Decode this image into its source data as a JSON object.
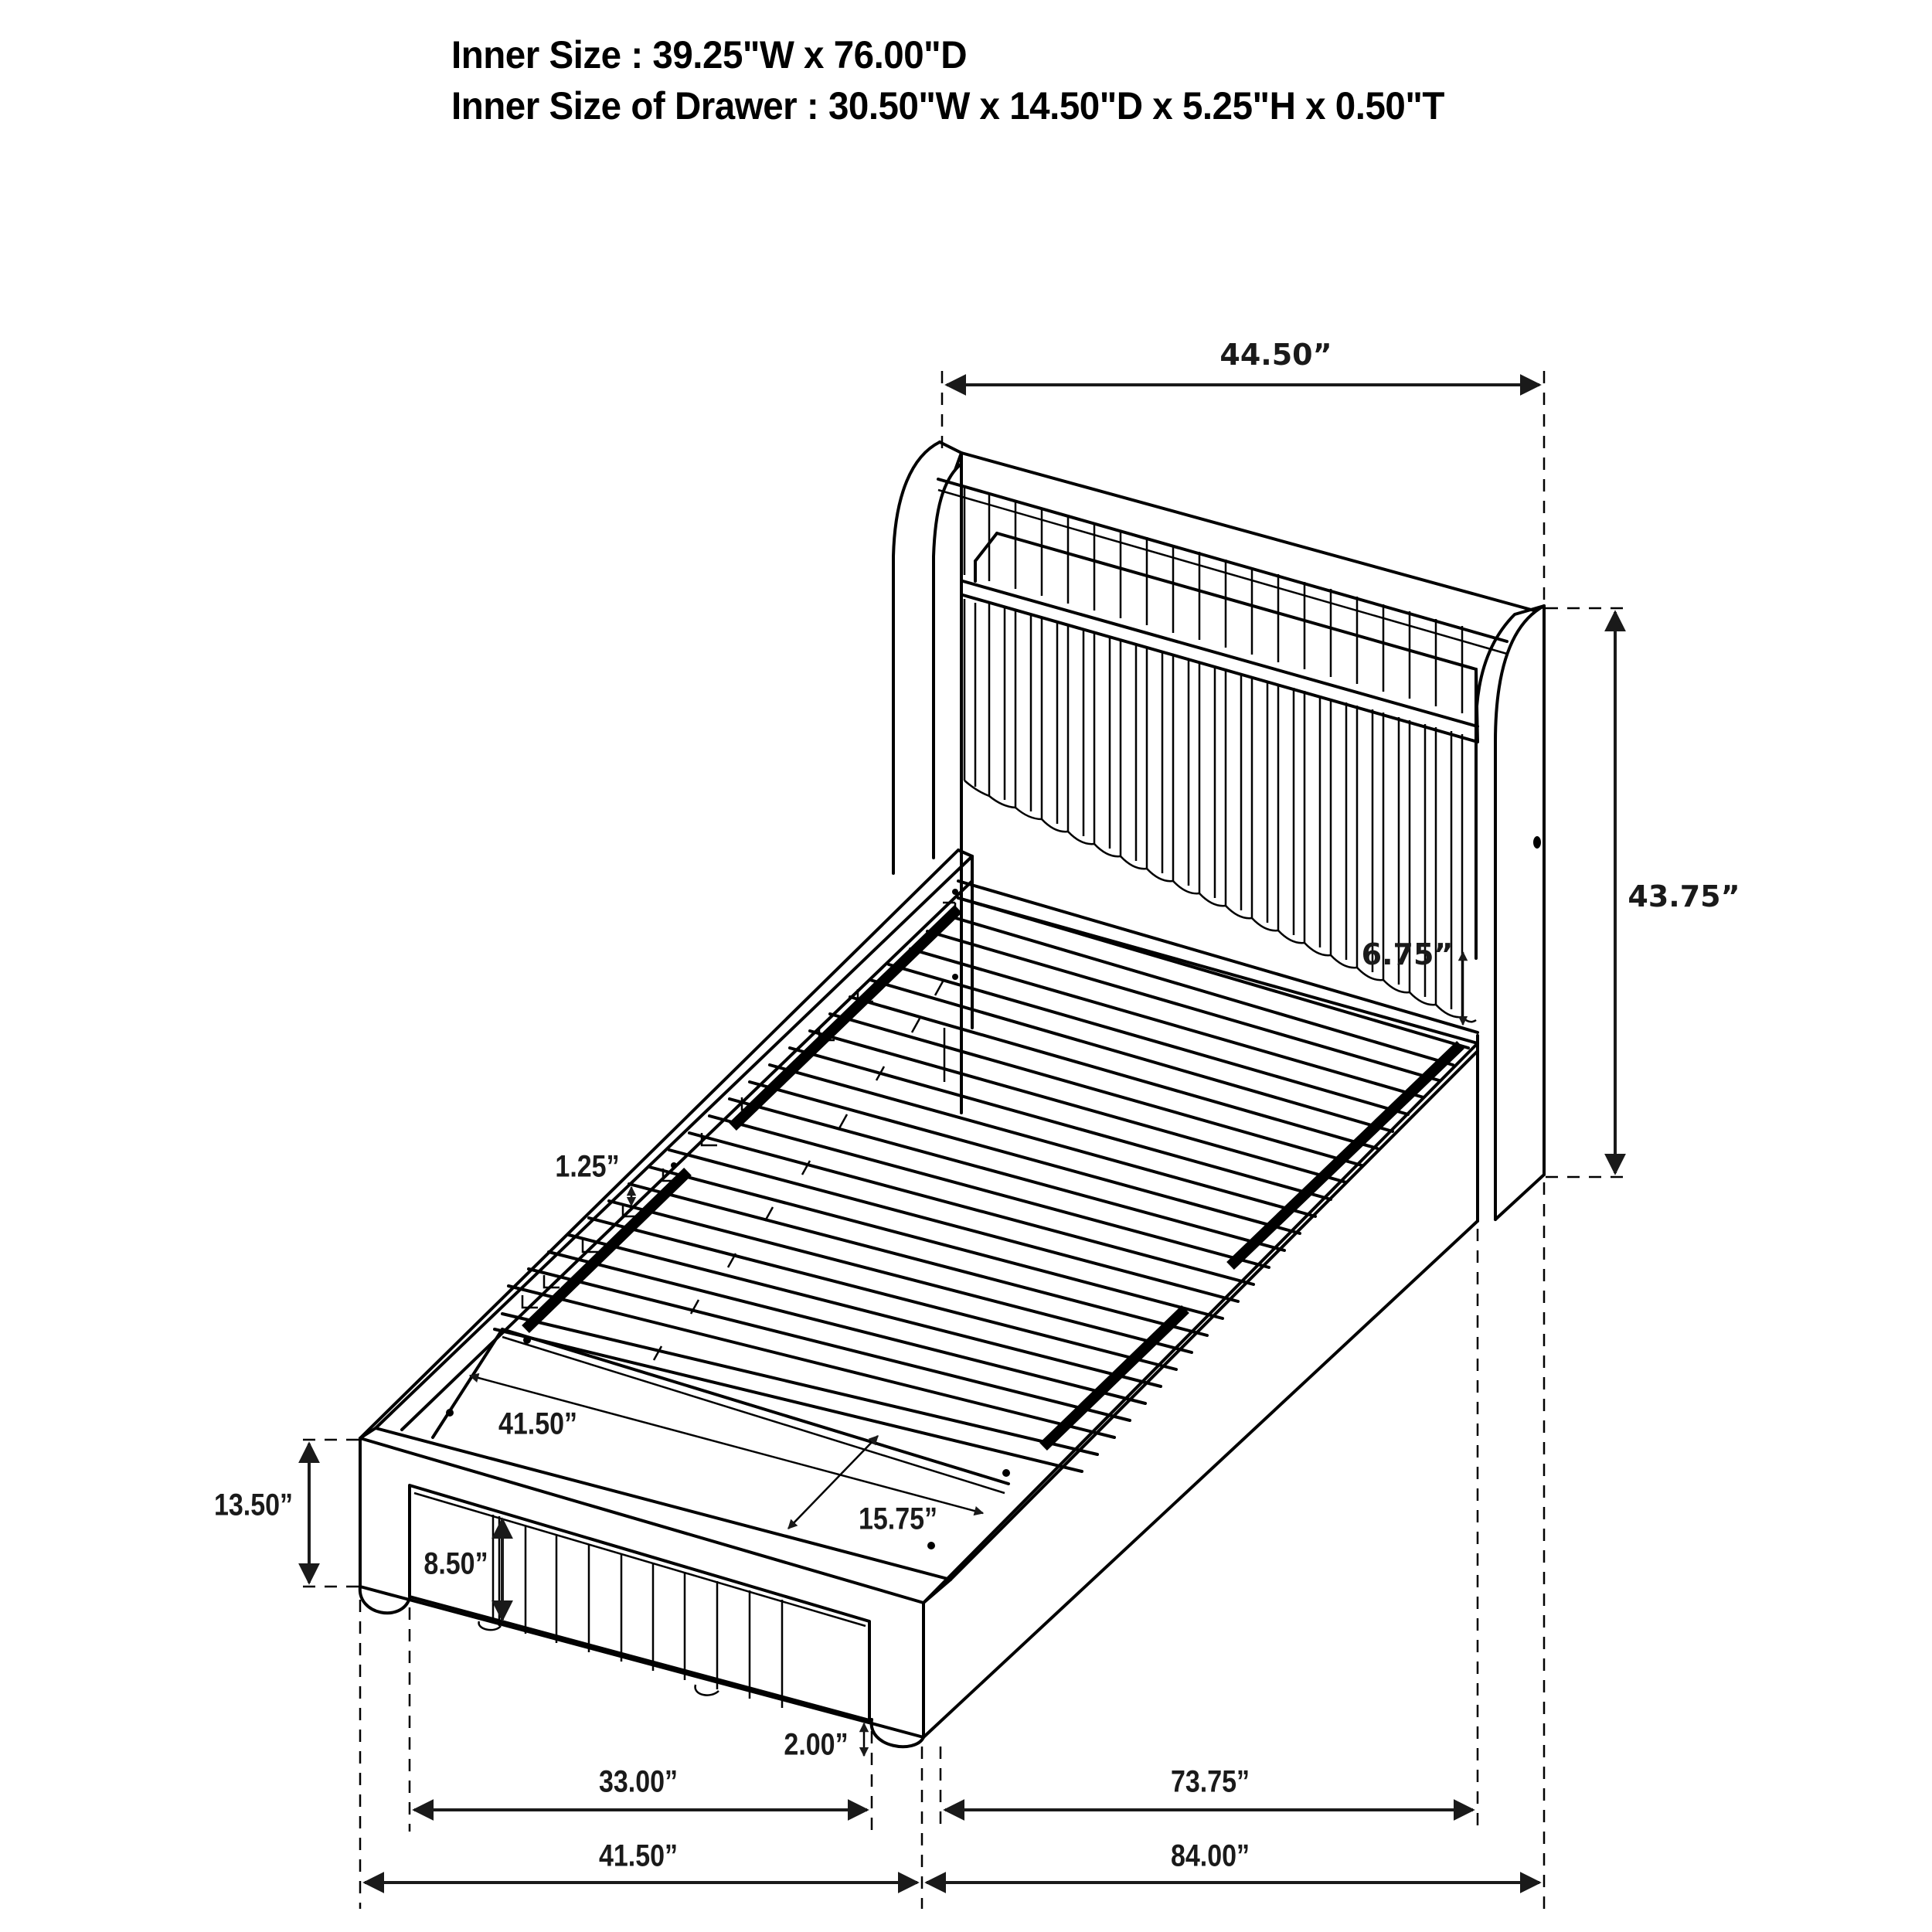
{
  "header": {
    "inner_size": "Inner Size : 39.25\"W x 76.00\"D",
    "drawer_inner_size": "Inner Size of Drawer : 30.50\"W x 14.50\"D x 5.25\"H x 0.50\"T"
  },
  "product": {
    "type": "twin storage bed with fluted headboard and footboard drawer",
    "icons": [
      "dimension-arrow-icon",
      "bed-line-drawing"
    ]
  },
  "dimensions": {
    "headboard_width": "44.50”",
    "headboard_height": "43.75”",
    "headboard_clearance": "6.75”",
    "slat_gap": "1.25”",
    "inner_width": "41.50”",
    "drawer_depth": "15.75”",
    "footboard_height": "13.50”",
    "drawer_front_height": "8.50”",
    "leg_height": "2.00”",
    "drawer_width": "33.00”",
    "rail_length": "73.75”",
    "overall_width": "41.50”",
    "overall_length": "84.00”"
  },
  "colors": {
    "line": "#000000",
    "dimension": "#1a1a1a",
    "background": "#ffffff"
  }
}
